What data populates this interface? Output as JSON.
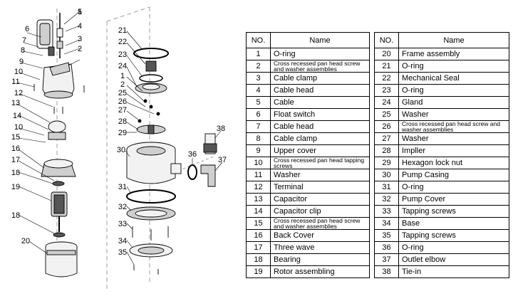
{
  "table_headers": {
    "no": "NO.",
    "name": "Name"
  },
  "parts_left": [
    {
      "no": "1",
      "name": "O-ring"
    },
    {
      "no": "2",
      "name": "Cross recessed pan head screw and washer assemblies",
      "long": true
    },
    {
      "no": "3",
      "name": "Cable clamp"
    },
    {
      "no": "4",
      "name": "Cable head"
    },
    {
      "no": "5",
      "name": "Cable"
    },
    {
      "no": "6",
      "name": "Float switch"
    },
    {
      "no": "7",
      "name": "Cable head"
    },
    {
      "no": "8",
      "name": "Cable clamp"
    },
    {
      "no": "9",
      "name": "Upper cover"
    },
    {
      "no": "10",
      "name": "Cross recessed pan head tapping screws",
      "long": true
    },
    {
      "no": "11",
      "name": "Washer"
    },
    {
      "no": "12",
      "name": "Terminal"
    },
    {
      "no": "13",
      "name": "Capacitor"
    },
    {
      "no": "14",
      "name": "Capacitor clip"
    },
    {
      "no": "15",
      "name": "Cross recessed pan head screw and washer assemblies",
      "long": true
    },
    {
      "no": "16",
      "name": "Back Cover"
    },
    {
      "no": "17",
      "name": "Three wave"
    },
    {
      "no": "18",
      "name": "Bearing"
    },
    {
      "no": "19",
      "name": "Rotor assembling"
    }
  ],
  "parts_right": [
    {
      "no": "20",
      "name": "Frame assembly"
    },
    {
      "no": "21",
      "name": "O-ring"
    },
    {
      "no": "22",
      "name": "Mechanical Seal"
    },
    {
      "no": "23",
      "name": "O-ring"
    },
    {
      "no": "24",
      "name": "Gland"
    },
    {
      "no": "25",
      "name": "Washer"
    },
    {
      "no": "26",
      "name": "Cross recessed pan head screw and washer assemblies",
      "long": true
    },
    {
      "no": "27",
      "name": "Washer"
    },
    {
      "no": "28",
      "name": "Impller"
    },
    {
      "no": "29",
      "name": "Hexagon lock nut"
    },
    {
      "no": "30",
      "name": "Pump Casing"
    },
    {
      "no": "31",
      "name": "O-ring"
    },
    {
      "no": "32",
      "name": "Pump Cover"
    },
    {
      "no": "33",
      "name": "Tapping screws"
    },
    {
      "no": "34",
      "name": "Base"
    },
    {
      "no": "35",
      "name": "Tapping screws"
    },
    {
      "no": "36",
      "name": "O-ring"
    },
    {
      "no": "37",
      "name": "Outlet elbow"
    },
    {
      "no": "38",
      "name": "Tie-in"
    }
  ],
  "callouts": [
    "1",
    "2",
    "3",
    "4",
    "5",
    "6",
    "7",
    "8",
    "9",
    "10",
    "10",
    "11",
    "12",
    "13",
    "14",
    "15",
    "16",
    "17",
    "18",
    "18",
    "19",
    "20",
    "21",
    "22",
    "23",
    "24",
    "1",
    "2",
    "25",
    "26",
    "27",
    "28",
    "29",
    "30",
    "31",
    "32",
    "33",
    "34",
    "35",
    "36",
    "37",
    "38"
  ],
  "colors": {
    "line": "#000000",
    "part_fill": "#f2f2f2",
    "part_shade": "#cfcfcf",
    "dark": "#555555"
  }
}
